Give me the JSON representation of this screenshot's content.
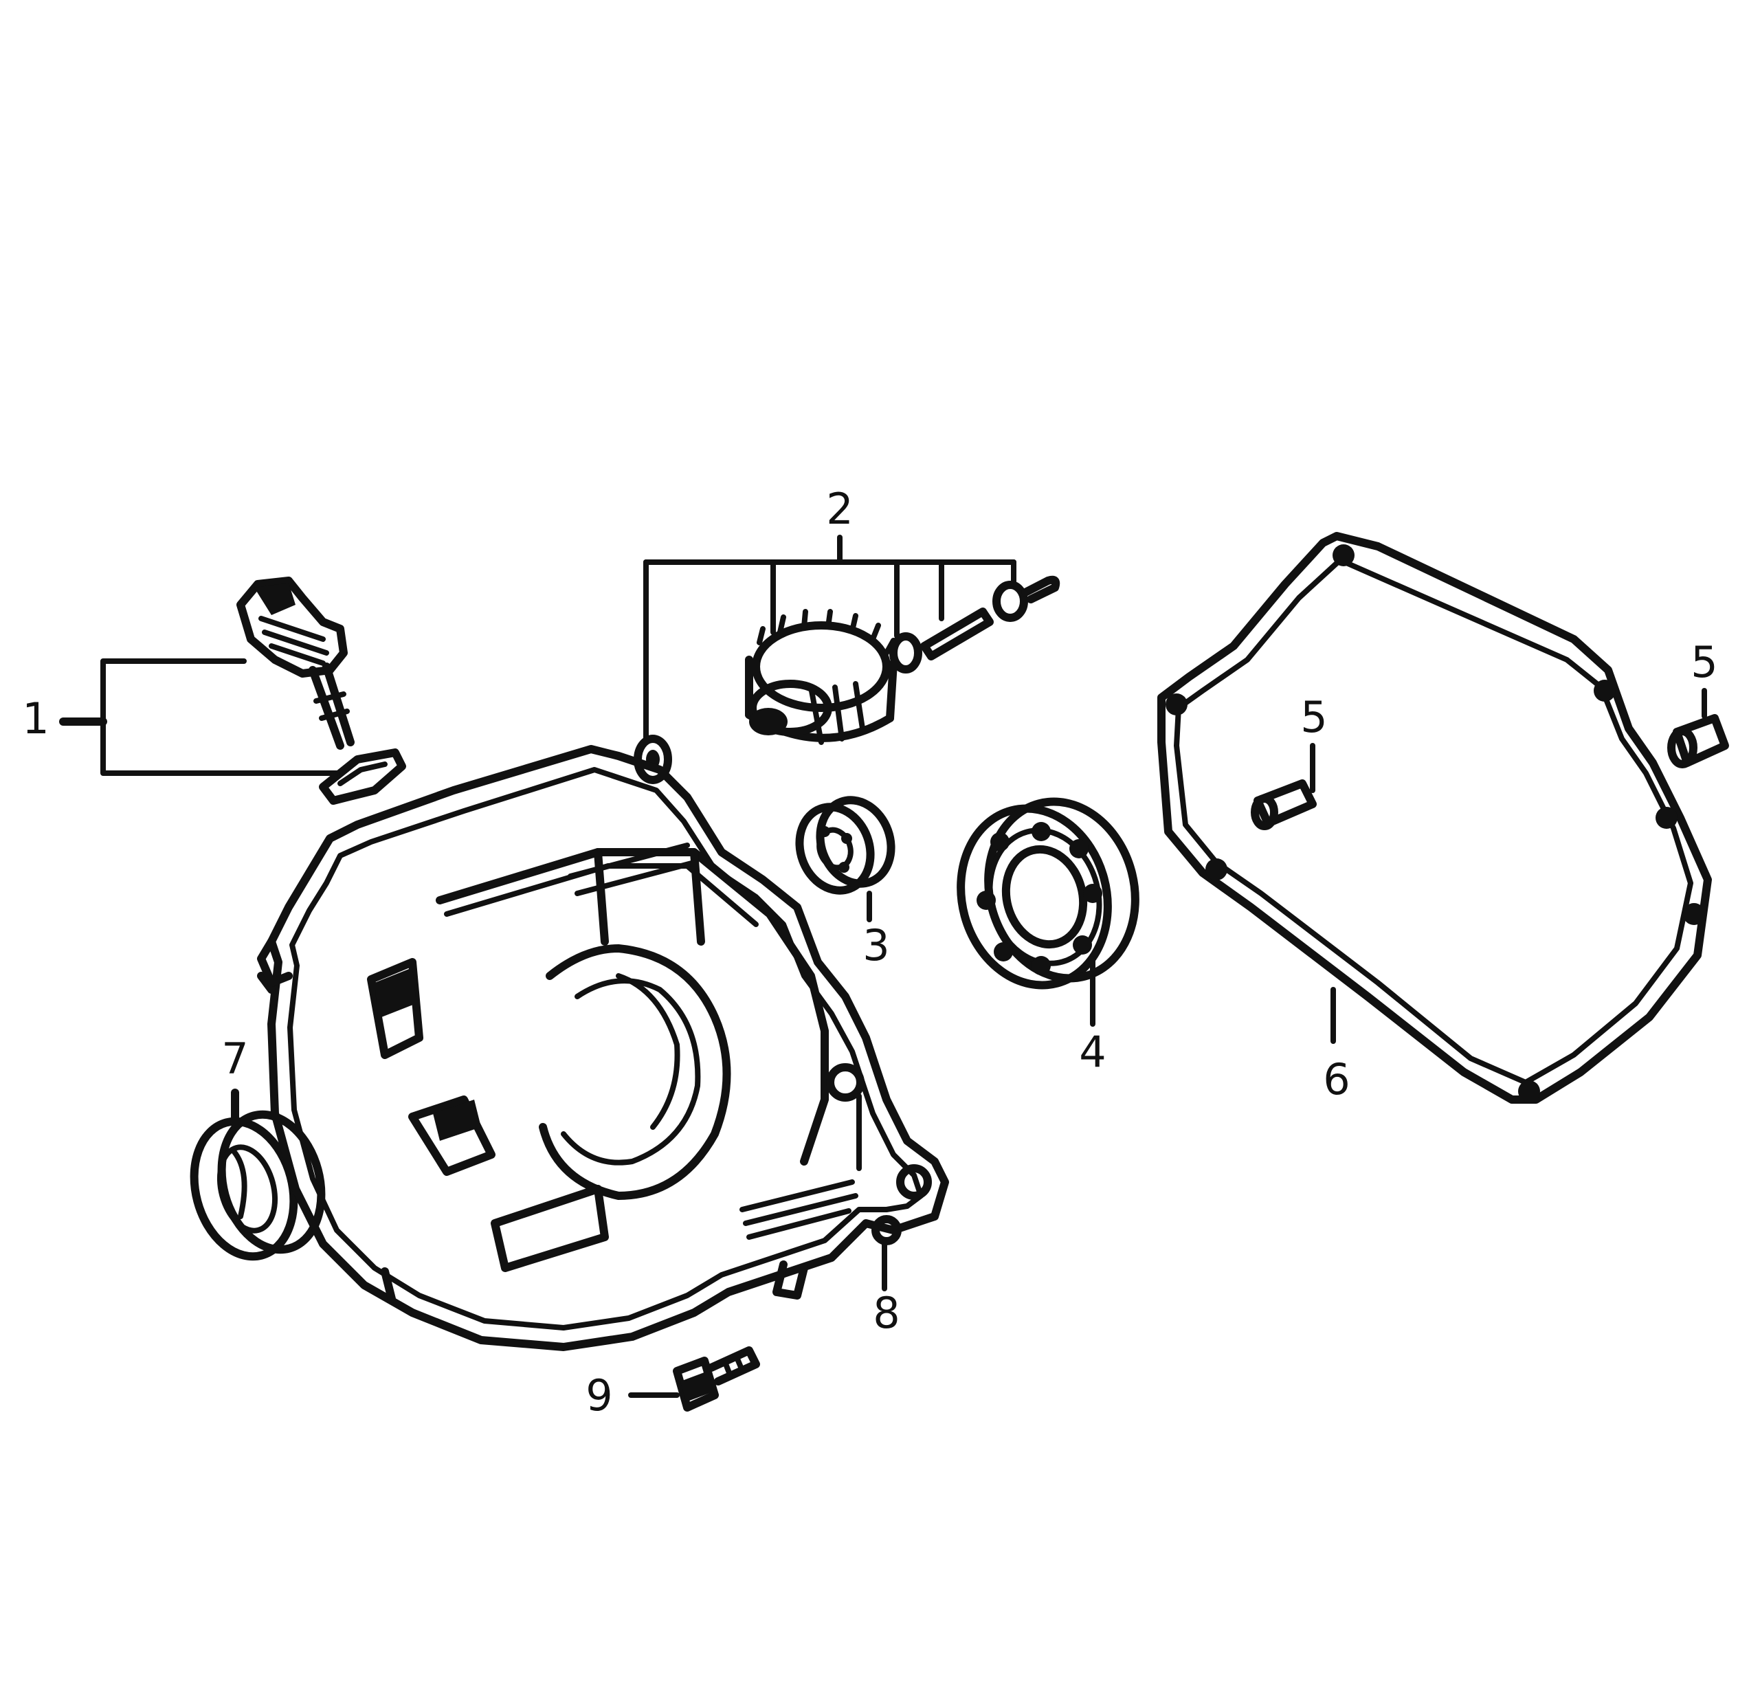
{
  "callouts": [
    {
      "id": "1",
      "label": "1"
    },
    {
      "id": "2",
      "label": "2"
    },
    {
      "id": "3",
      "label": "3"
    },
    {
      "id": "4",
      "label": "4"
    },
    {
      "id": "5a",
      "label": "5"
    },
    {
      "id": "5b",
      "label": "5"
    },
    {
      "id": "6",
      "label": "6"
    },
    {
      "id": "7",
      "label": "7"
    },
    {
      "id": "8",
      "label": "8"
    },
    {
      "id": "9",
      "label": "9"
    }
  ],
  "colors": {
    "ink": "#111111",
    "paper": "#ffffff"
  }
}
